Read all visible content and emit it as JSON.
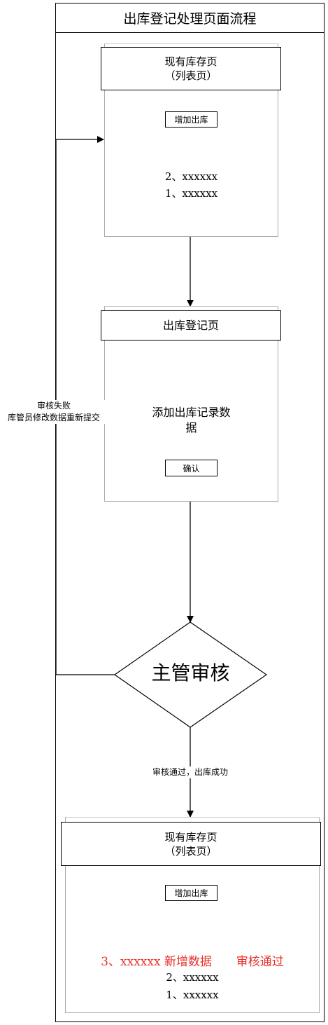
{
  "title": "出库登记处理页面流程",
  "page1": {
    "header_line1": "现有库存页",
    "header_line2": "（列表页）",
    "add_button": "增加出库",
    "rows": [
      "2、xxxxxx",
      "1、xxxxxx"
    ]
  },
  "page2": {
    "header": "出库登记页",
    "body_line1": "添加出库记录数",
    "body_line2": "据",
    "confirm_button": "确认"
  },
  "decision": {
    "label": "主管审核",
    "fail_line1": "审核失败",
    "fail_line2": "库管员修改数据重新提交",
    "pass_label": "审核通过，出库成功"
  },
  "page3": {
    "header_line1": "现有库存页",
    "header_line2": "（列表页）",
    "add_button": "增加出库",
    "new_row_index": "3、xxxxxx",
    "new_row_tag": "新增数据",
    "new_row_status": "审核通过",
    "rows": [
      "2、xxxxxx",
      "1、xxxxxx"
    ],
    "highlight_color": "#e8322a"
  }
}
